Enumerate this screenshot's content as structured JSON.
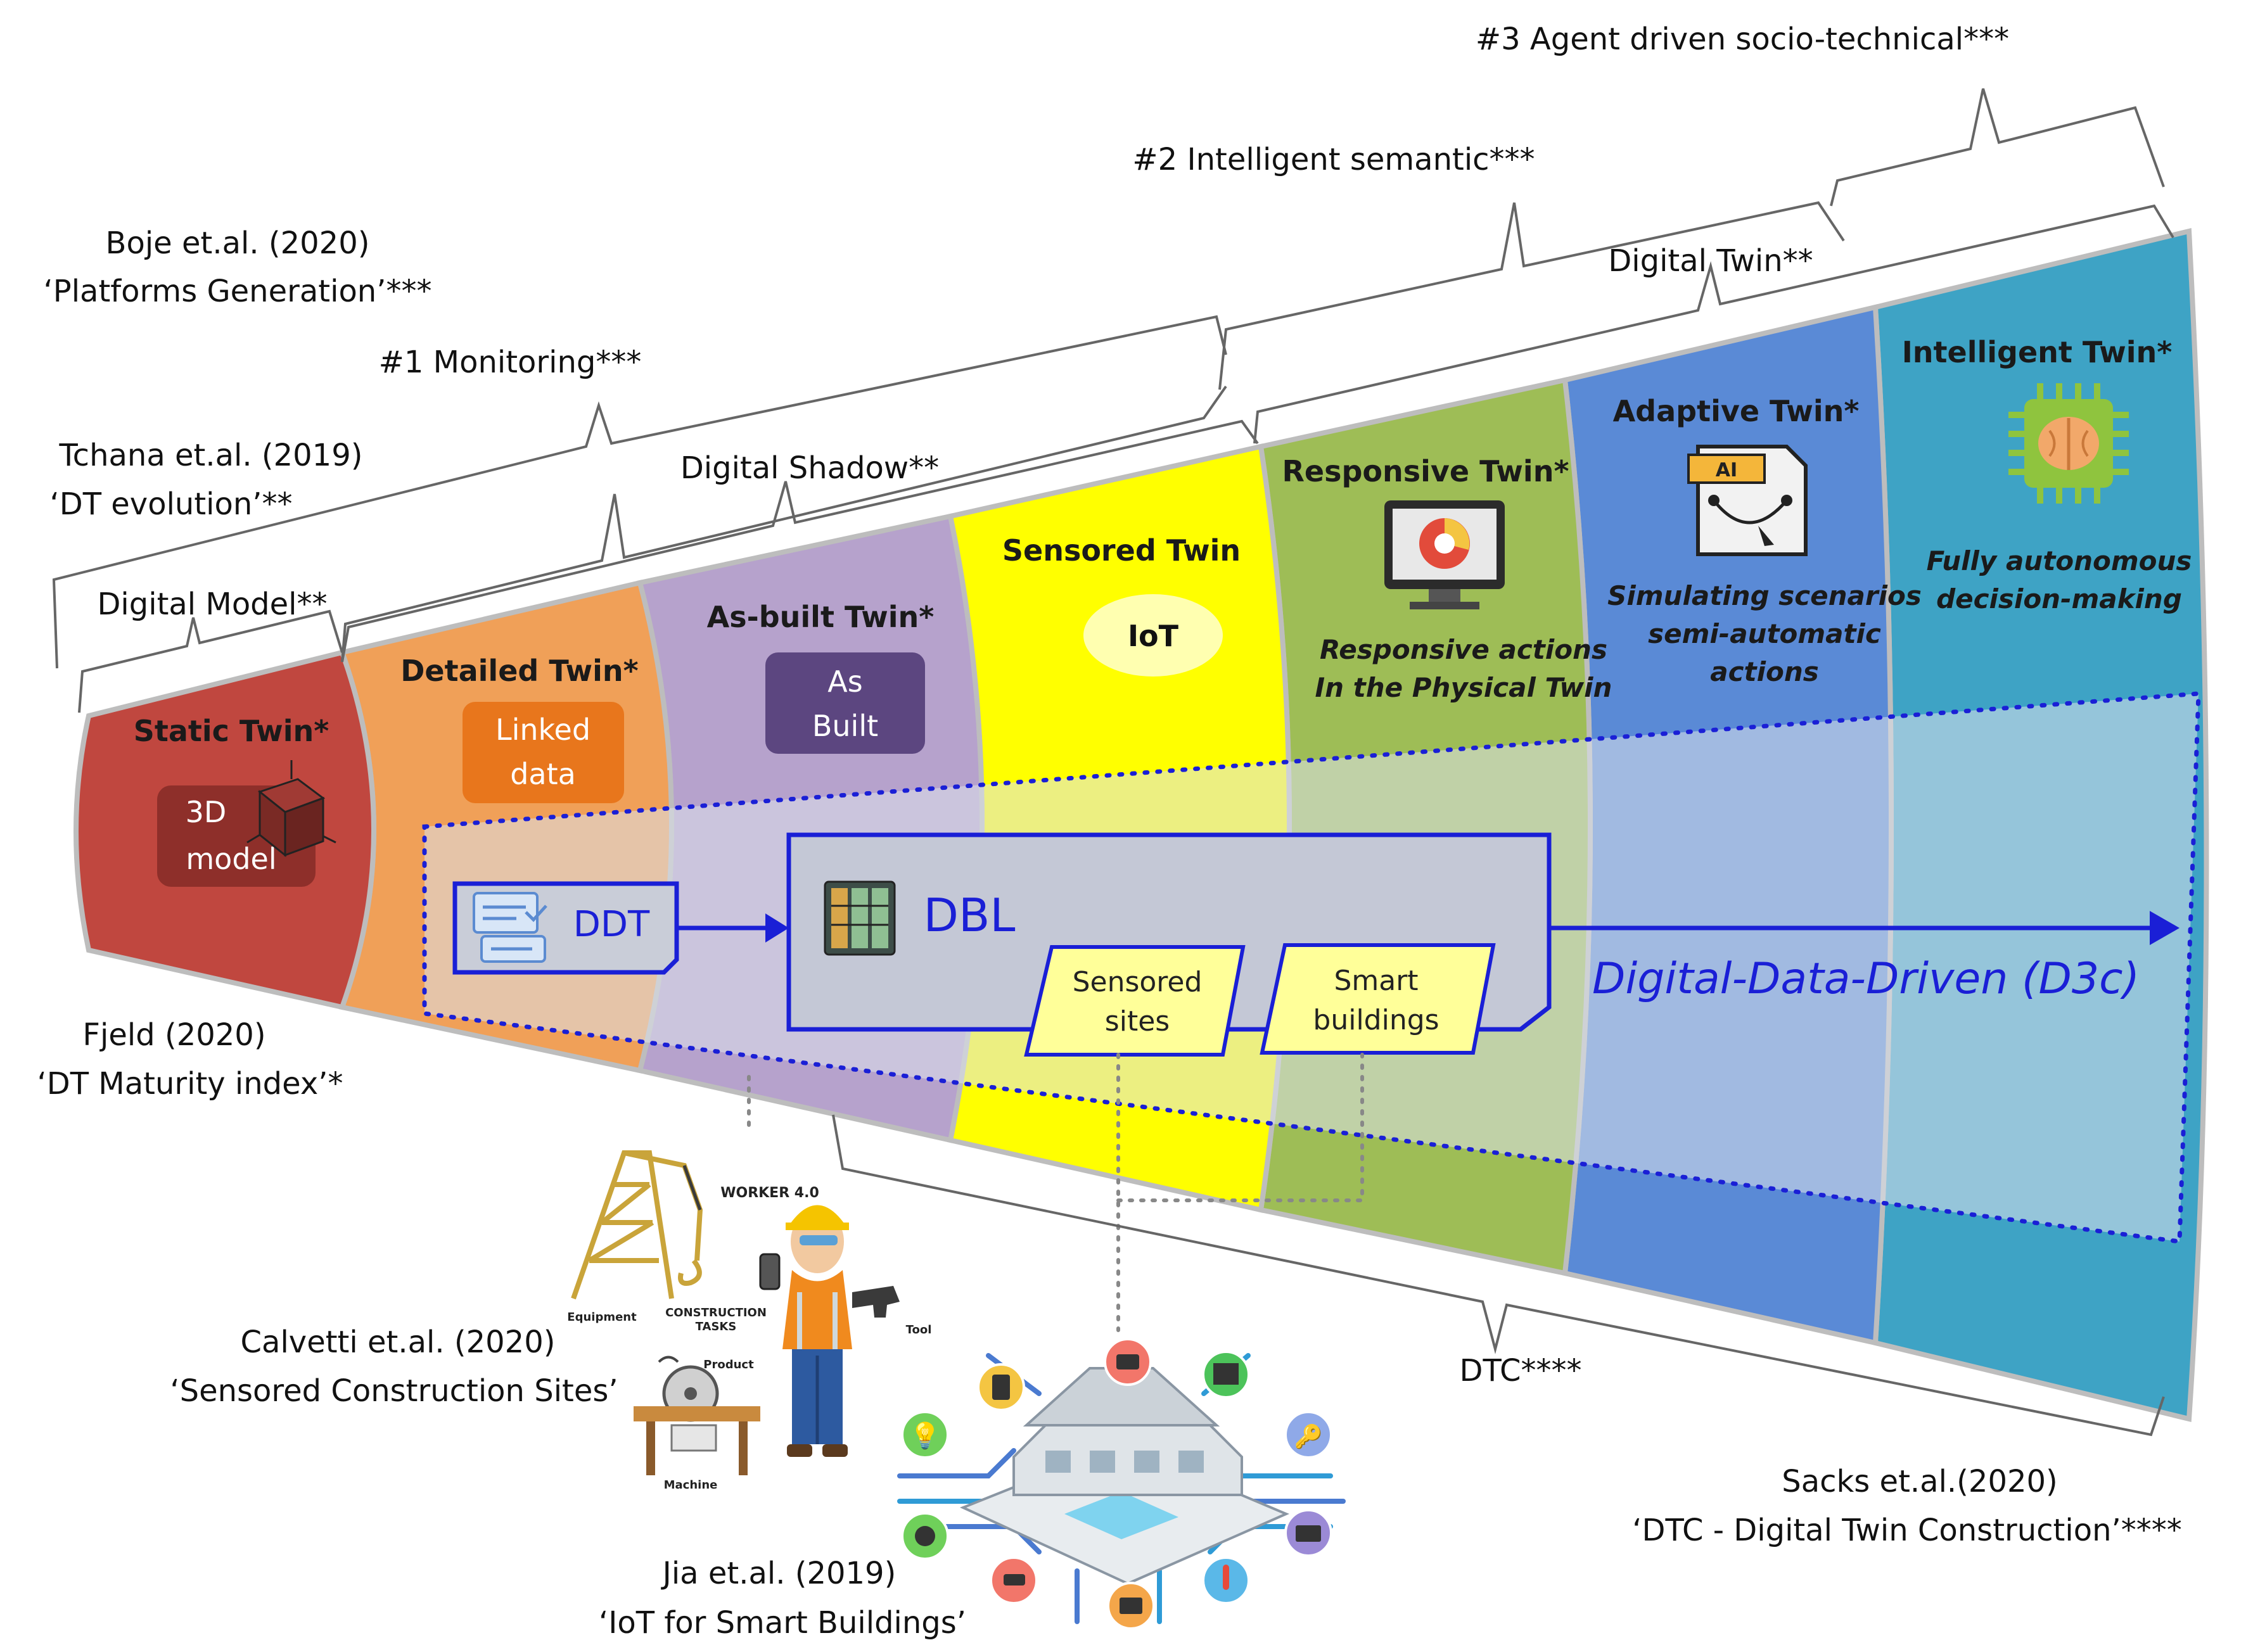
{
  "references": {
    "boje": [
      "Boje et.al. (2020)",
      "‘Platforms Generation’***"
    ],
    "tchana": [
      "Tchana et.al. (2019)",
      "‘DT evolution’**"
    ],
    "fjeld": [
      "Fjeld (2020)",
      "‘DT Maturity index’*"
    ],
    "calvetti": [
      "Calvetti et.al. (2020)",
      "‘Sensored Construction Sites’"
    ],
    "jia": [
      "Jia et.al. (2019)",
      "‘IoT for Smart Buildings’"
    ],
    "sacks": [
      "Sacks et.al.(2020)",
      "‘DTC - Digital Twin Construction’****"
    ]
  },
  "brace_labels": {
    "agent_driven": "#3 Agent driven socio-technical***",
    "intelligent_semantic": "#2 Intelligent semantic***",
    "monitoring": "#1 Monitoring***",
    "digital_twin": "Digital Twin**",
    "digital_shadow": "Digital Shadow**",
    "digital_model": "Digital Model**",
    "dtc": "DTC****"
  },
  "stages": [
    {
      "title": "Static Twin*",
      "box": [
        "3D",
        "model"
      ],
      "color": "#c0473f"
    },
    {
      "title": "Detailed Twin*",
      "box": [
        "Linked",
        "data"
      ],
      "color": "#f0a058"
    },
    {
      "title": "As-built Twin*",
      "box": [
        "As",
        "Built"
      ],
      "color": "#b6a2cc"
    },
    {
      "title": "Sensored Twin",
      "box": [
        "IoT"
      ],
      "color": "#ffff00"
    },
    {
      "title": "Responsive Twin*",
      "desc": [
        "Responsive actions",
        "In the Physical Twin"
      ],
      "color": "#9ebd56"
    },
    {
      "title": "Adaptive Twin*",
      "desc": [
        "Simulating scenarios",
        "semi-automatic",
        "actions"
      ],
      "color": "#5a8ad6"
    },
    {
      "title": "Intelligent Twin*",
      "desc": [
        "Fully autonomous",
        "decision-making"
      ],
      "color": "#3ea3c5"
    }
  ],
  "overlay": {
    "ddt": "DDT",
    "dbl": "DBL",
    "sensored_sites": [
      "Sensored",
      "sites"
    ],
    "smart_buildings": [
      "Smart",
      "buildings"
    ],
    "d3c": "Digital-Data-Driven (D3c)",
    "ai_tag": "AI",
    "worker": "WORKER 4.0",
    "equipment": "Equipment",
    "construction_tasks": [
      "CONSTRUCTION",
      "TASKS"
    ],
    "product": "Product",
    "tool": "Tool",
    "machine": "Machine"
  },
  "colors": {
    "blue": "#1a1fd6",
    "static": "#c0473f",
    "detailed": "#f0a058",
    "asbuilt": "#b6a2cc",
    "sensored": "#ffff00",
    "responsive": "#9ebd56",
    "adaptive": "#5a8ad6",
    "intelligent": "#3ea3c5"
  }
}
